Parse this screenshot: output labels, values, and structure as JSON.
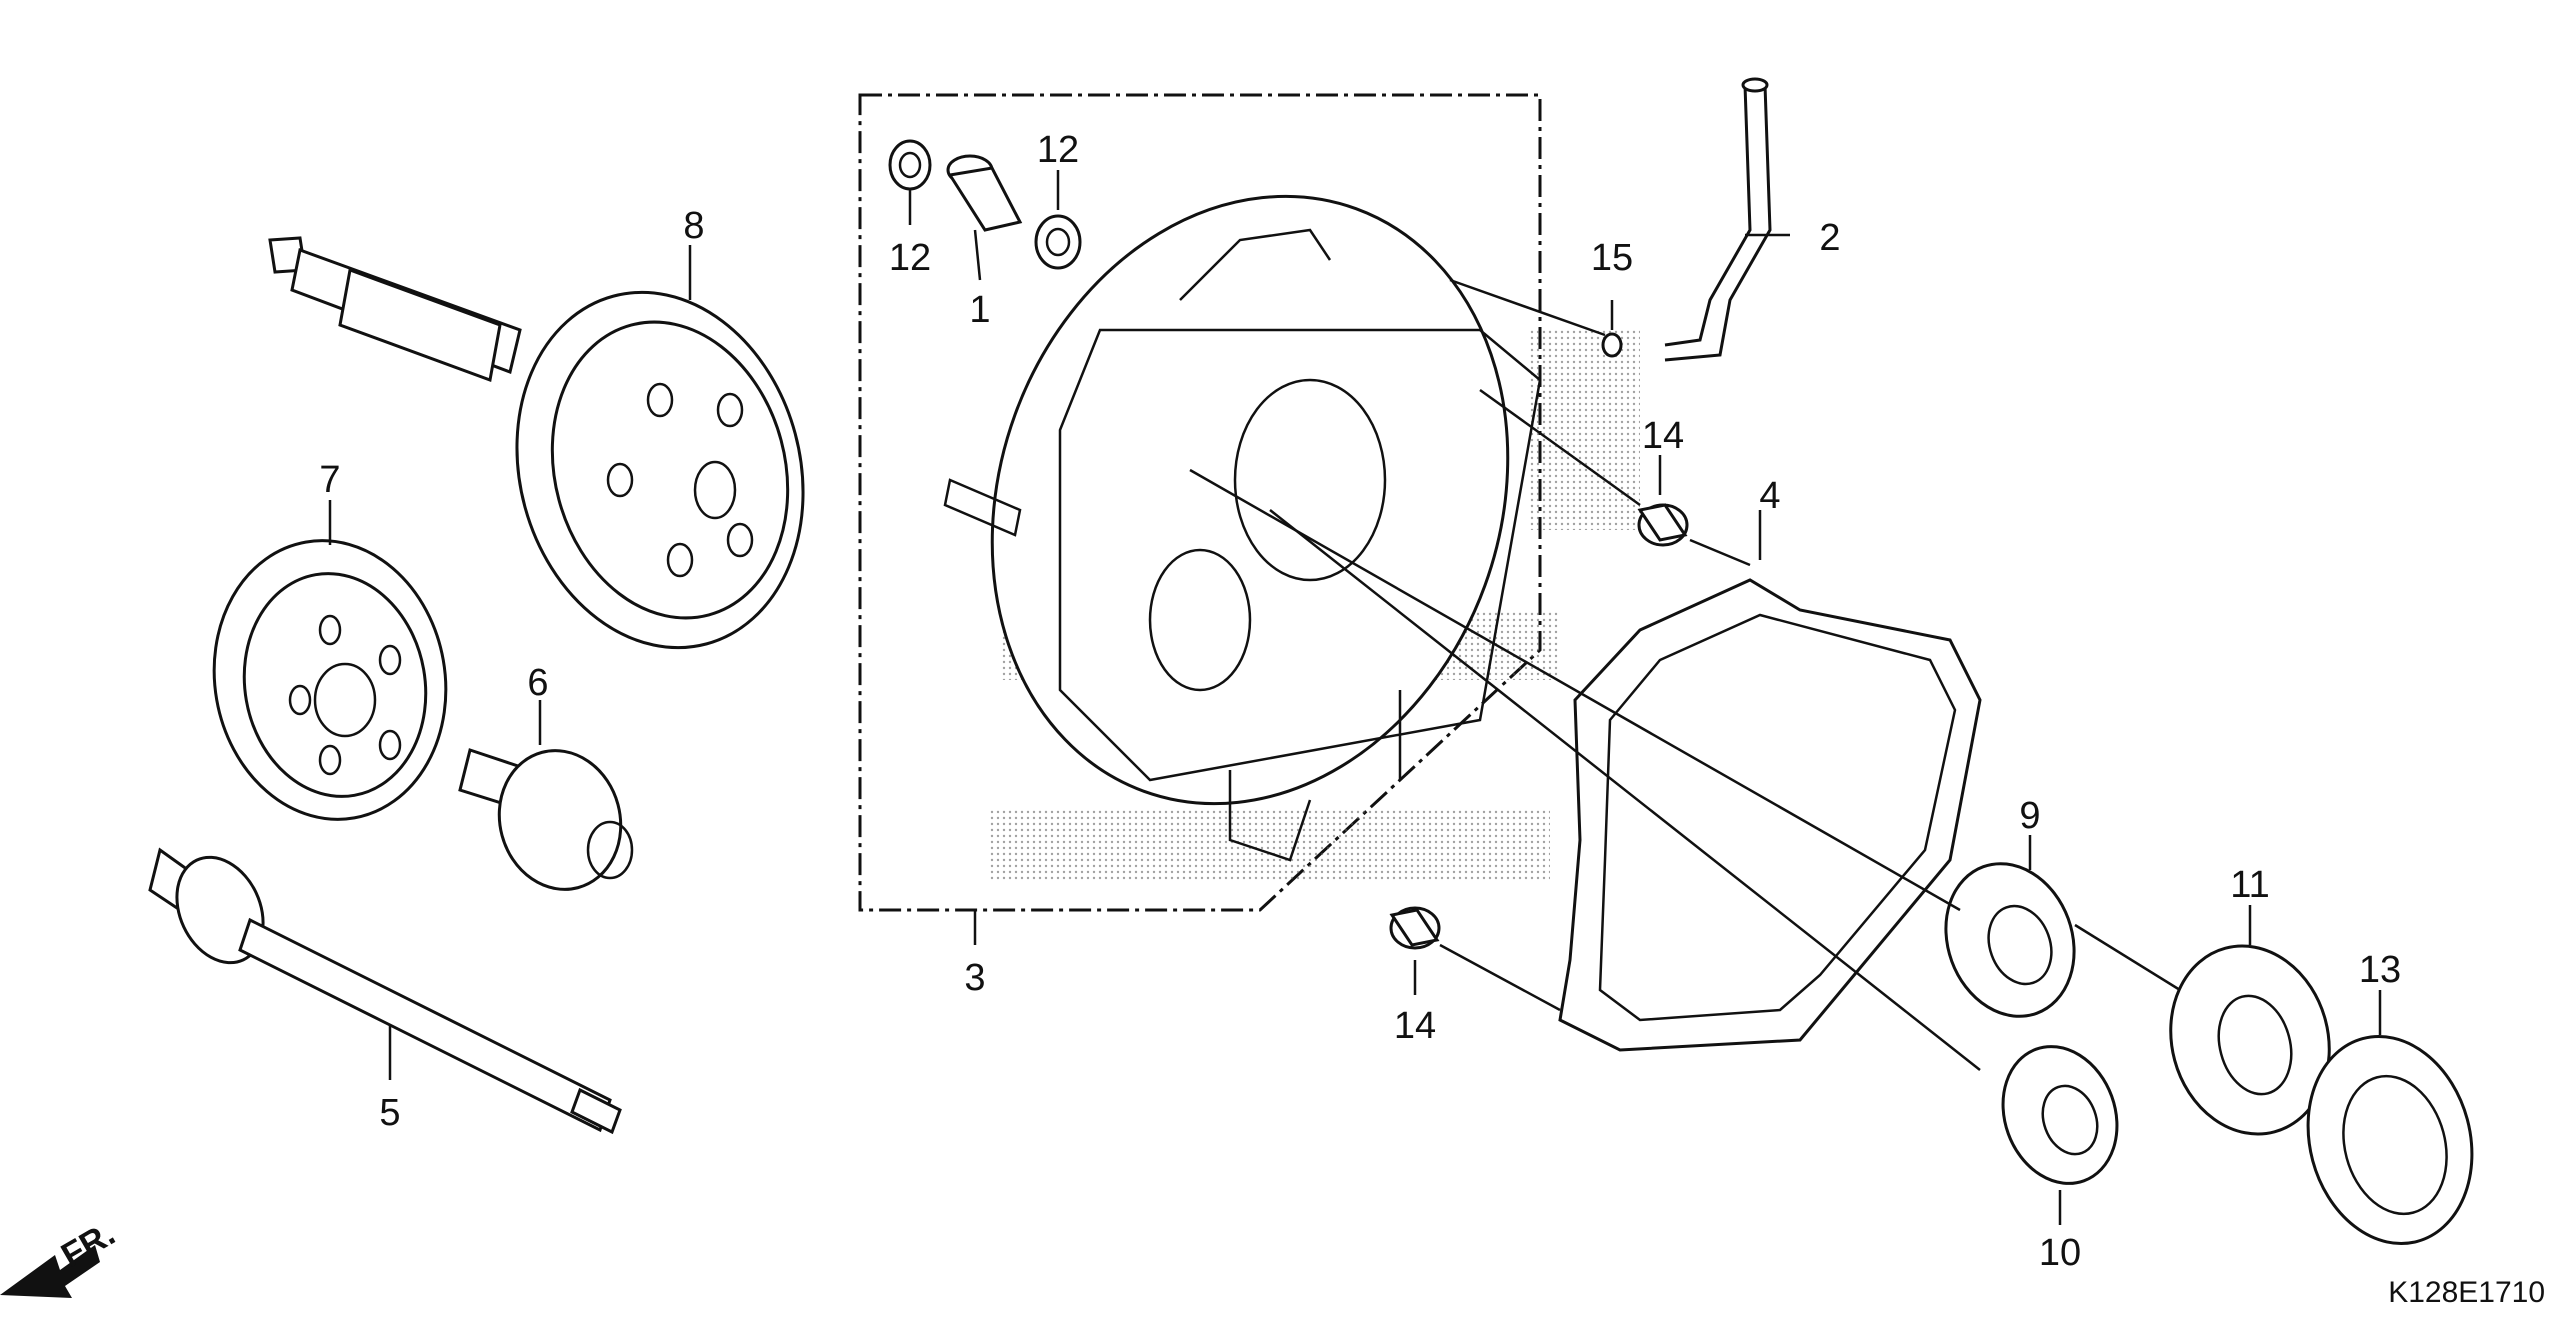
{
  "callouts": {
    "c1": "1",
    "c2": "2",
    "c3": "3",
    "c4": "4",
    "c5": "5",
    "c6": "6",
    "c7": "7",
    "c8": "8",
    "c9": "9",
    "c10": "10",
    "c11": "11",
    "c12a": "12",
    "c12b": "12",
    "c13": "13",
    "c14a": "14",
    "c14b": "14",
    "c15": "15"
  },
  "direction_label": "FR.",
  "diagram_code": "K128E1710"
}
